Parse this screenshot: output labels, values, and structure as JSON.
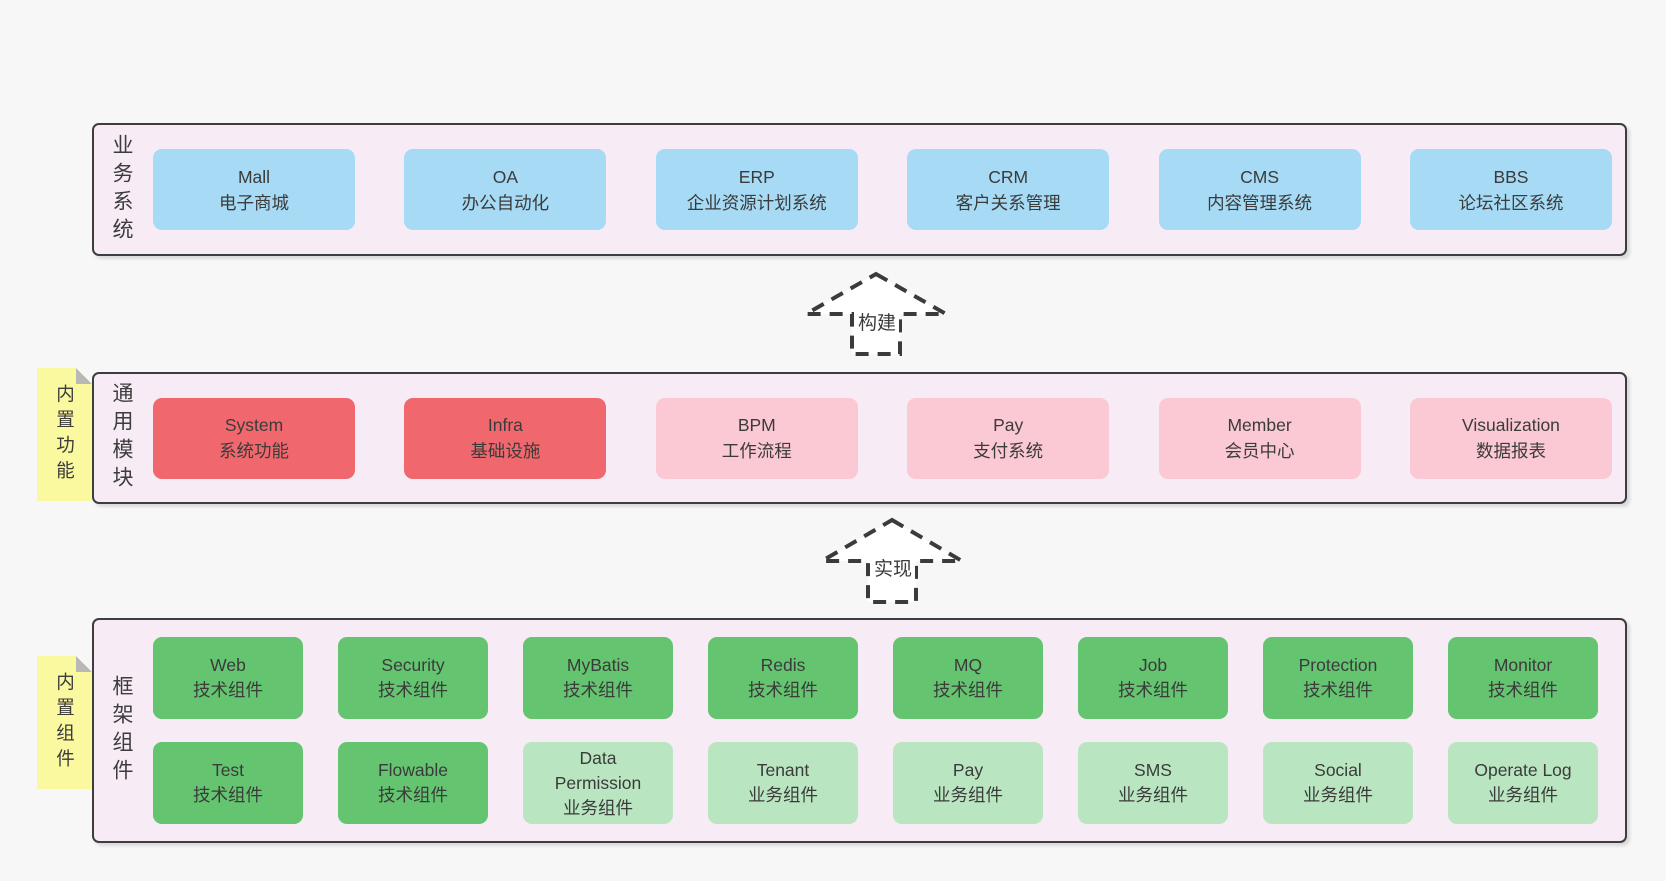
{
  "colors": {
    "page_bg": "#f7f7f7",
    "panel_bg": "#f7ecf6",
    "panel_border": "#3d3d3d",
    "blue_box": "#a6daf5",
    "red_box": "#f0686d",
    "pink_box": "#fbc9d3",
    "green_box": "#64c46f",
    "light_green_box": "#b9e5c1",
    "sticky_yellow": "#fbf9a0",
    "sticky_fold_gray": "#b8b8b8",
    "text": "#3c3c3c",
    "arrow_dash": "#3b3b3b"
  },
  "layers": {
    "business": {
      "label": "业务系统",
      "boxes": [
        {
          "name": "Mall",
          "desc": "电子商城"
        },
        {
          "name": "OA",
          "desc": "办公自动化"
        },
        {
          "name": "ERP",
          "desc": "企业资源计划系统"
        },
        {
          "name": "CRM",
          "desc": "客户关系管理"
        },
        {
          "name": "CMS",
          "desc": "内容管理系统"
        },
        {
          "name": "BBS",
          "desc": "论坛社区系统"
        }
      ]
    },
    "modules": {
      "label": "通用模块",
      "sticky": "内置功能",
      "boxes": [
        {
          "name": "System",
          "desc": "系统功能",
          "style": "red"
        },
        {
          "name": "Infra",
          "desc": "基础设施",
          "style": "red"
        },
        {
          "name": "BPM",
          "desc": "工作流程",
          "style": "pink"
        },
        {
          "name": "Pay",
          "desc": "支付系统",
          "style": "pink"
        },
        {
          "name": "Member",
          "desc": "会员中心",
          "style": "pink"
        },
        {
          "name": "Visualization",
          "desc": "数据报表",
          "style": "pink"
        }
      ]
    },
    "components": {
      "label": "框架组件",
      "sticky": "内置组件",
      "row1": [
        {
          "name": "Web",
          "desc": "技术组件",
          "style": "green"
        },
        {
          "name": "Security",
          "desc": "技术组件",
          "style": "green"
        },
        {
          "name": "MyBatis",
          "desc": "技术组件",
          "style": "green"
        },
        {
          "name": "Redis",
          "desc": "技术组件",
          "style": "green"
        },
        {
          "name": "MQ",
          "desc": "技术组件",
          "style": "green"
        },
        {
          "name": "Job",
          "desc": "技术组件",
          "style": "green"
        },
        {
          "name": "Protection",
          "desc": "技术组件",
          "style": "green"
        },
        {
          "name": "Monitor",
          "desc": "技术组件",
          "style": "green"
        }
      ],
      "row2": [
        {
          "name": "Test",
          "desc": "技术组件",
          "style": "green"
        },
        {
          "name": "Flowable",
          "desc": "技术组件",
          "style": "green"
        },
        {
          "name": "Data Permission",
          "desc": "业务组件",
          "style": "lightgreen"
        },
        {
          "name": "Tenant",
          "desc": "业务组件",
          "style": "lightgreen"
        },
        {
          "name": "Pay",
          "desc": "业务组件",
          "style": "lightgreen"
        },
        {
          "name": "SMS",
          "desc": "业务组件",
          "style": "lightgreen"
        },
        {
          "name": "Social",
          "desc": "业务组件",
          "style": "lightgreen"
        },
        {
          "name": "Operate Log",
          "desc": "业务组件",
          "style": "lightgreen"
        }
      ]
    }
  },
  "arrows": {
    "build": "构建",
    "implement": "实现"
  }
}
